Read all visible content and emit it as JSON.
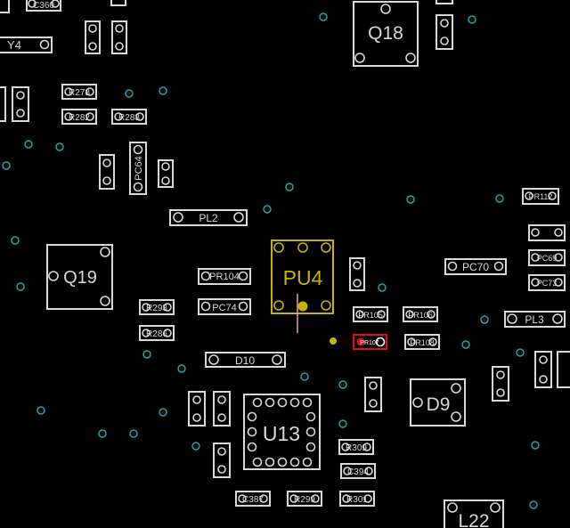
{
  "colors": {
    "background": "#000000",
    "outline": "#d8d8d8",
    "highlight": "#c8b400",
    "selected": "#e01010",
    "via": "#1aa7b0",
    "crosshair": "#e8a0a0"
  },
  "labels": {
    "c360": "C360",
    "y4": "Y4",
    "q18": "Q18",
    "r278": "R278",
    "r282": "R282",
    "r283": "R283",
    "pc64": "PC64",
    "pl2": "PL2",
    "q19": "Q19",
    "pr104": "PR104",
    "pc74": "PC74",
    "pu4": "PU4",
    "pc70": "PC70",
    "pr105": "PR105",
    "pr106": "PR106",
    "pr107": "PR107",
    "pr108": "PR108",
    "r293": "R293",
    "r286": "R286",
    "d10": "D10",
    "pl3": "PL3",
    "pr112": "PR112",
    "pc69": "PC69",
    "pc73": "PC73",
    "d9": "D9",
    "u13": "U13",
    "r309": "R309",
    "c394": "C394",
    "c387": "C387",
    "r299": "R299",
    "r301": "R301",
    "l22": "L22"
  }
}
